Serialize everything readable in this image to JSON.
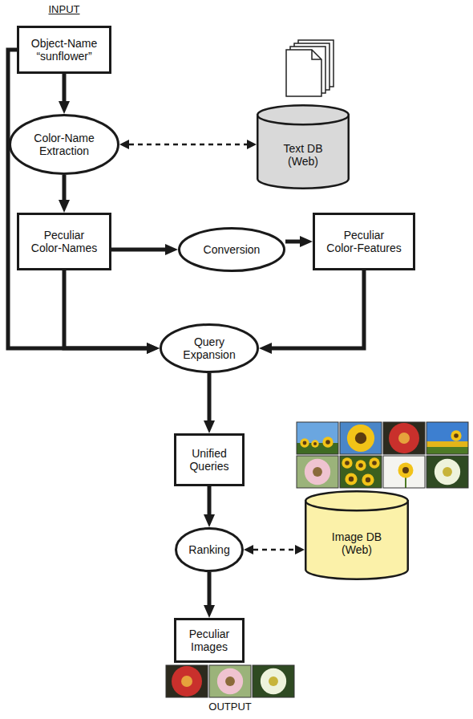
{
  "diagram": {
    "nodes": [
      {
        "text": [
          "Object-Name “sunflower”"
        ]
      },
      {
        "text": [
          "Color-Name Extraction"
        ]
      },
      {
        "text": [
          "Text DB (Web)"
        ]
      },
      {
        "text": [
          "Peculiar Color-Names"
        ]
      },
      {
        "text": [
          "Conversion"
        ]
      },
      {
        "text": [
          "Peculiar Color-Features"
        ]
      },
      {
        "text": [
          "Query Expansion"
        ]
      },
      {
        "text": [
          "Unified Queries"
        ]
      },
      {
        "text": [
          "Ranking"
        ]
      },
      {
        "text": [
          "Image DB (Web)"
        ]
      },
      {
        "text": [
          "Peculiar Images"
        ]
      }
    ],
    "edges": [
      {
        "from": 0,
        "to": 1,
        "arrow": "to"
      },
      {
        "from": 1,
        "to": 2,
        "arrow": "both"
      },
      {
        "from": 1,
        "to": 3,
        "arrow": "to"
      },
      {
        "from": 3,
        "to": 4,
        "arrow": "to"
      },
      {
        "from": 4,
        "to": 5,
        "arrow": "to"
      },
      {
        "from": 0,
        "to": 6,
        "arrow": "to"
      },
      {
        "from": 3,
        "to": 6,
        "arrow": "to"
      },
      {
        "from": 5,
        "to": 6,
        "arrow": "to"
      },
      {
        "from": 6,
        "to": 7,
        "arrow": "to"
      },
      {
        "from": 7,
        "to": 8,
        "arrow": "to"
      },
      {
        "from": 8,
        "to": 9,
        "arrow": "both"
      },
      {
        "from": 8,
        "to": 10,
        "arrow": "to"
      }
    ],
    "labels": [
      "INPUT",
      "OUTPUT"
    ]
  }
}
